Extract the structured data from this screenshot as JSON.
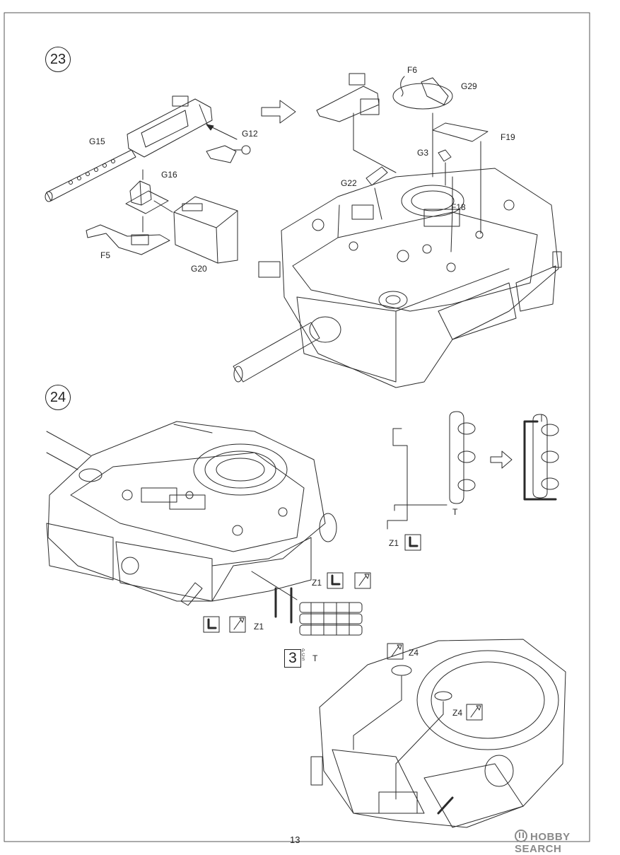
{
  "page": {
    "number": "13"
  },
  "watermark": {
    "text": "HOBBY SEARCH"
  },
  "step23": {
    "number": "23",
    "labels": {
      "g15": "G15",
      "g12": "G12",
      "g16": "G16",
      "f5": "F5",
      "g20": "G20",
      "f6": "F6",
      "g29": "G29",
      "f19": "F19",
      "g3": "G3",
      "g22": "G22",
      "f18": "F18"
    }
  },
  "step24": {
    "number": "24",
    "labels": {
      "t_top": "T",
      "z1_top": "Z1",
      "z1_mid": "Z1",
      "z1_left": "Z1",
      "t_qty": "T",
      "z4_a": "Z4",
      "z4_b": "Z4"
    },
    "quantity": {
      "value": "3",
      "unit": "PCS"
    }
  },
  "icons": {
    "glue": "glue-icon",
    "brush": "paint-brush-icon",
    "arrow": "outline-arrow-icon"
  }
}
